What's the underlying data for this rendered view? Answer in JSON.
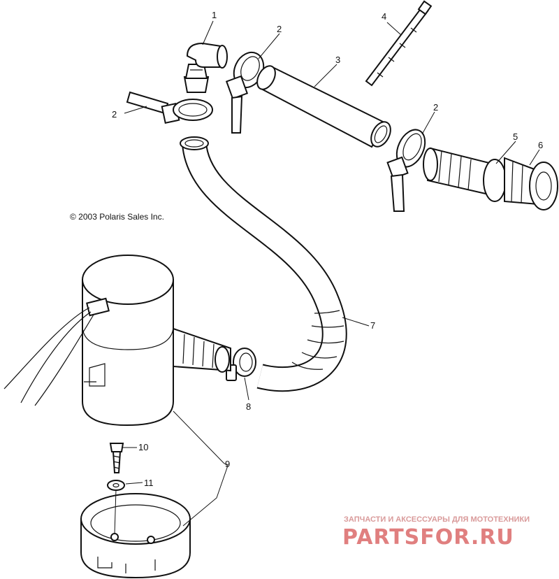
{
  "copyright": "© 2003 Polaris Sales Inc.",
  "callouts": {
    "c1": "1",
    "c2a": "2",
    "c2b": "2",
    "c2c": "2",
    "c3": "3",
    "c4": "4",
    "c5": "5",
    "c6": "6",
    "c7": "7",
    "c8": "8",
    "c9": "9",
    "c10": "10",
    "c11": "11"
  },
  "watermark": {
    "tagline": "ЗАПЧАСТИ И АКСЕССУАРЫ ДЛЯ МОТОТЕХНИКИ",
    "logo": "PARTSFOR.RU"
  },
  "colors": {
    "line": "#111111",
    "watermark": "#e07f7f"
  }
}
